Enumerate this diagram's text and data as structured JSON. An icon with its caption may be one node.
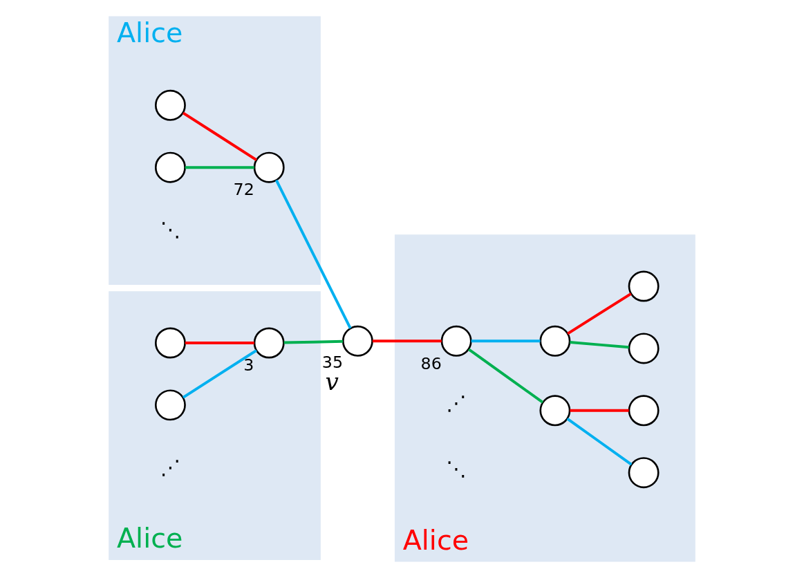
{
  "diagram": {
    "nodes": [
      {
        "text": [
          "Alice"
        ]
      },
      {
        "text": [],
        "shape": "circle",
        "in": 0
      },
      {
        "text": [],
        "shape": "circle",
        "in": 0
      },
      {
        "text": [],
        "shape": "circle",
        "in": 0,
        "beside": [
          "72"
        ]
      },
      {
        "text": [
          "Alice"
        ]
      },
      {
        "text": [],
        "shape": "circle",
        "in": 4,
        "beside": [
          "3"
        ]
      },
      {
        "text": [],
        "shape": "circle",
        "in": 4
      },
      {
        "text": [],
        "shape": "circle",
        "in": 4
      },
      {
        "text": [],
        "shape": "circle",
        "beside": [
          "35",
          "v"
        ]
      },
      {
        "text": [
          "Alice"
        ]
      },
      {
        "text": [],
        "shape": "circle",
        "in": 9,
        "beside": [
          "86"
        ]
      },
      {
        "text": [],
        "shape": "circle",
        "in": 9
      },
      {
        "text": [],
        "shape": "circle",
        "in": 9
      },
      {
        "text": [],
        "shape": "circle",
        "in": 9
      },
      {
        "text": [],
        "shape": "circle",
        "in": 9
      },
      {
        "text": [],
        "shape": "circle",
        "in": 9
      },
      {
        "text": [],
        "shape": "circle",
        "in": 9
      }
    ],
    "edges": [
      {
        "from": 1,
        "to": 3,
        "arrow": "none",
        "color": "#ff0000"
      },
      {
        "from": 2,
        "to": 3,
        "arrow": "none",
        "color": "#00b050"
      },
      {
        "from": 3,
        "to": 8,
        "arrow": "none",
        "color": "#00b0f0"
      },
      {
        "from": 5,
        "to": 8,
        "arrow": "none",
        "color": "#00b050"
      },
      {
        "from": 6,
        "to": 5,
        "arrow": "none",
        "color": "#ff0000"
      },
      {
        "from": 7,
        "to": 5,
        "arrow": "none",
        "color": "#00b0f0"
      },
      {
        "from": 8,
        "to": 10,
        "arrow": "none",
        "color": "#ff0000"
      },
      {
        "from": 10,
        "to": 11,
        "arrow": "none",
        "color": "#00b050"
      },
      {
        "from": 11,
        "to": 12,
        "arrow": "none",
        "color": "#00b0f0"
      },
      {
        "from": 11,
        "to": 13,
        "arrow": "none",
        "color": "#ff0000"
      },
      {
        "from": 10,
        "to": 14,
        "arrow": "none",
        "color": "#00b0f0"
      },
      {
        "from": 14,
        "to": 15,
        "arrow": "none",
        "color": "#00b050"
      },
      {
        "from": 14,
        "to": 16,
        "arrow": "none",
        "color": "#ff0000"
      }
    ],
    "labels": [
      "⋱",
      "⋰",
      "⋰",
      "⋱"
    ]
  }
}
